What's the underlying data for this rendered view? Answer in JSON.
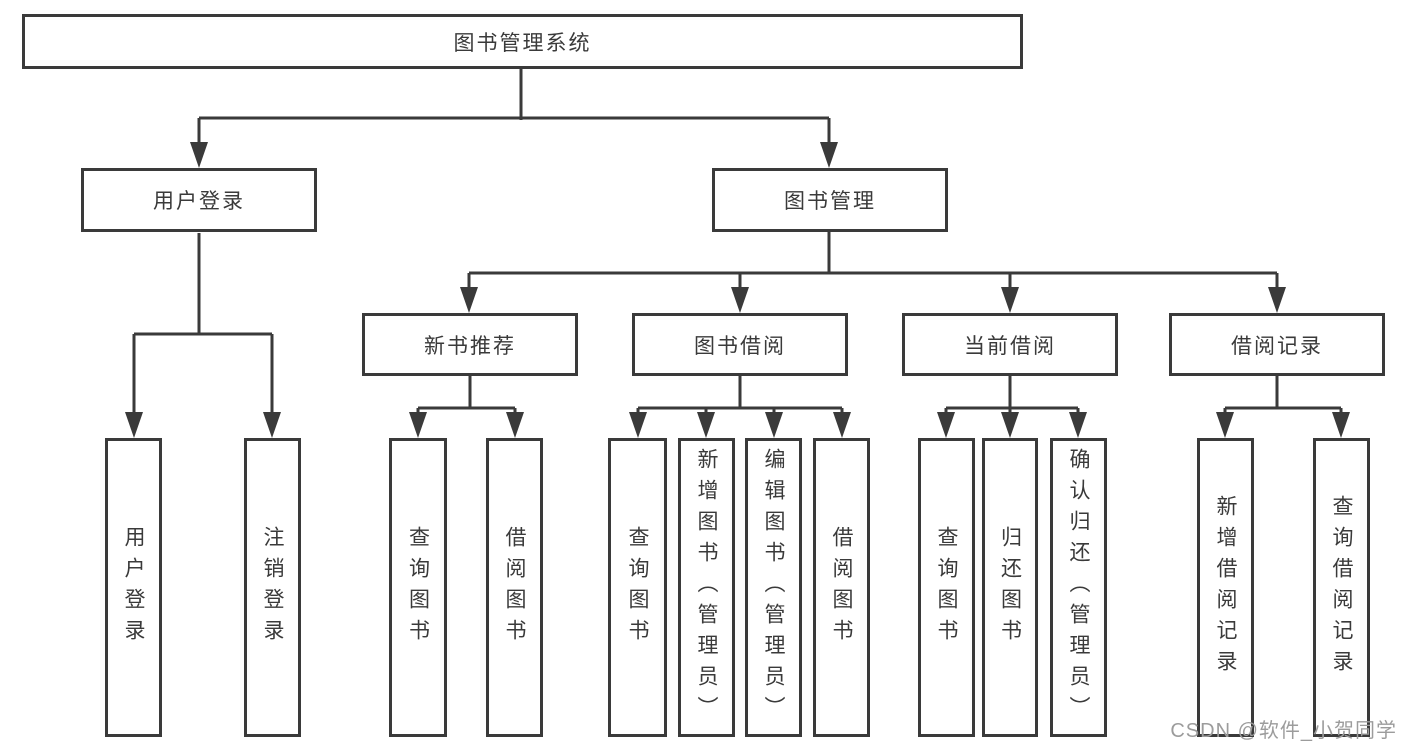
{
  "diagram": {
    "root": {
      "label": "图书管理系统"
    },
    "level2": [
      {
        "label": "用户登录"
      },
      {
        "label": "图书管理"
      }
    ],
    "level3": [
      {
        "label": "新书推荐"
      },
      {
        "label": "图书借阅"
      },
      {
        "label": "当前借阅"
      },
      {
        "label": "借阅记录"
      }
    ],
    "leaves": [
      {
        "label": "用户登录"
      },
      {
        "label": "注销登录"
      },
      {
        "label": "查询图书"
      },
      {
        "label": "借阅图书"
      },
      {
        "label": "查询图书"
      },
      {
        "label": "新增图书（管理员）"
      },
      {
        "label": "编辑图书（管理员）"
      },
      {
        "label": "借阅图书"
      },
      {
        "label": "查询图书"
      },
      {
        "label": "归还图书"
      },
      {
        "label": "确认归还（管理员）"
      },
      {
        "label": "新增借阅记录"
      },
      {
        "label": "查询借阅记录"
      }
    ],
    "watermark": "CSDN @软件_小贺同学",
    "colors": {
      "line": "#3a3a3a",
      "box_border": "#3a3a3a",
      "text": "#3a3a3a",
      "watermark": "#9c9c9c",
      "background": "#ffffff"
    }
  }
}
